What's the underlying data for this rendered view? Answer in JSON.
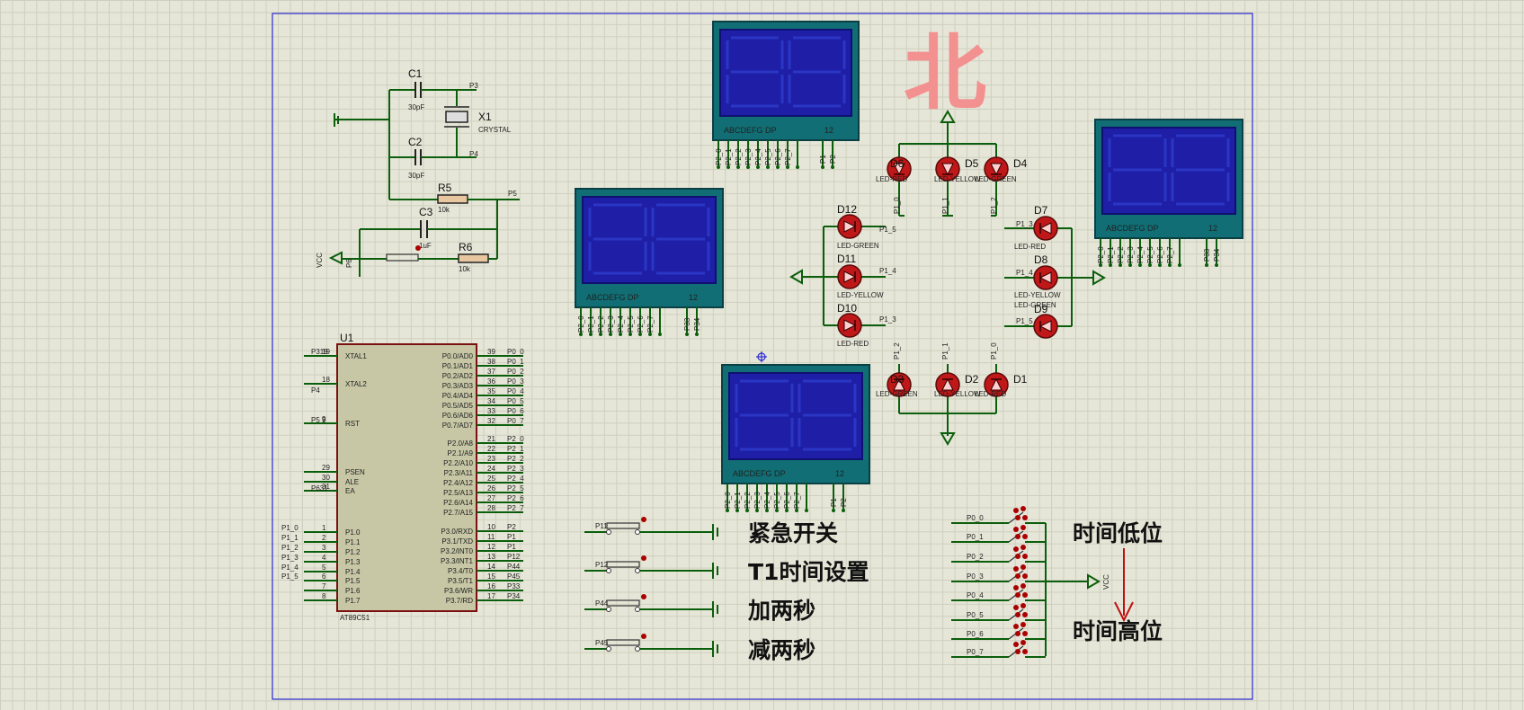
{
  "north_label": "北",
  "components": {
    "c1": {
      "ref": "C1",
      "value": "30pF"
    },
    "c2": {
      "ref": "C2",
      "value": "30pF"
    },
    "c3": {
      "ref": "C3",
      "value": "1uF"
    },
    "x1": {
      "ref": "X1",
      "value": "CRYSTAL"
    },
    "r5": {
      "ref": "R5",
      "value": "10k"
    },
    "r6": {
      "ref": "R6",
      "value": "10k"
    },
    "u1": {
      "ref": "U1",
      "part": "AT89C51"
    }
  },
  "net_labels": {
    "p3": "P3",
    "p4": "P4",
    "p5": "P5",
    "p6": "P6",
    "vcc": "VCC",
    "p319": "P319",
    "p4b": "P4",
    "p59": "P5 9",
    "p631": "P631"
  },
  "mcu_left_pins": [
    {
      "name": "XTAL1",
      "num": "19"
    },
    {
      "name": "XTAL2",
      "num": "18"
    },
    {
      "name": "RST",
      "num": "9"
    },
    {
      "name": "PSEN",
      "num": "29"
    },
    {
      "name": "ALE",
      "num": "30"
    },
    {
      "name": "EA",
      "num": "31"
    },
    {
      "name": "P1.0",
      "num": "1"
    },
    {
      "name": "P1.1",
      "num": "2"
    },
    {
      "name": "P1.2",
      "num": "3"
    },
    {
      "name": "P1.3",
      "num": "4"
    },
    {
      "name": "P1.4",
      "num": "5"
    },
    {
      "name": "P1.5",
      "num": "6"
    },
    {
      "name": "P1.6",
      "num": "7"
    },
    {
      "name": "P1.7",
      "num": "8"
    }
  ],
  "mcu_left_nets": [
    "P1_0",
    "P1_1",
    "P1_2",
    "P1_3",
    "P1_4",
    "P1_5"
  ],
  "mcu_right_pins": [
    {
      "name": "P0.0/AD0",
      "num": "39",
      "net": "P0_0"
    },
    {
      "name": "P0.1/AD1",
      "num": "38",
      "net": "P0_1"
    },
    {
      "name": "P0.2/AD2",
      "num": "37",
      "net": "P0_2"
    },
    {
      "name": "P0.3/AD3",
      "num": "36",
      "net": "P0_3"
    },
    {
      "name": "P0.4/AD4",
      "num": "35",
      "net": "P0_4"
    },
    {
      "name": "P0.5/AD5",
      "num": "34",
      "net": "P0_5"
    },
    {
      "name": "P0.6/AD6",
      "num": "33",
      "net": "P0_6"
    },
    {
      "name": "P0.7/AD7",
      "num": "32",
      "net": "P0_7"
    },
    {
      "name": "P2.0/A8",
      "num": "21",
      "net": "P2_0"
    },
    {
      "name": "P2.1/A9",
      "num": "22",
      "net": "P2_1"
    },
    {
      "name": "P2.2/A10",
      "num": "23",
      "net": "P2_2"
    },
    {
      "name": "P2.3/A11",
      "num": "24",
      "net": "P2_3"
    },
    {
      "name": "P2.4/A12",
      "num": "25",
      "net": "P2_4"
    },
    {
      "name": "P2.5/A13",
      "num": "26",
      "net": "P2_5"
    },
    {
      "name": "P2.6/A14",
      "num": "27",
      "net": "P2_6"
    },
    {
      "name": "P2.7/A15",
      "num": "28",
      "net": "P2_7"
    },
    {
      "name": "P3.0/RXD",
      "num": "10",
      "net": "P2"
    },
    {
      "name": "P3.1/TXD",
      "num": "11",
      "net": "P1"
    },
    {
      "name": "P3.2/INT0",
      "num": "12",
      "net": "P1"
    },
    {
      "name": "P3.3/INT1",
      "num": "13",
      "net": "P12"
    },
    {
      "name": "P3.4/T0",
      "num": "14",
      "net": "P44"
    },
    {
      "name": "P3.5/T1",
      "num": "15",
      "net": "P45"
    },
    {
      "name": "P3.6/WR",
      "num": "16",
      "net": "P33"
    },
    {
      "name": "P3.7/RD",
      "num": "17",
      "net": "P34"
    }
  ],
  "display": {
    "seg_label": "ABCDEFG DP",
    "digit_label": "12",
    "pins": [
      "P2_0",
      "P2_1",
      "P2_2",
      "P2_3",
      "P2_4",
      "P2_5",
      "P2_6",
      "P2_7"
    ],
    "top_com": [
      "P1",
      "P2"
    ],
    "side_com": [
      "P33",
      "P34"
    ]
  },
  "leds": {
    "d1": {
      "ref": "D1",
      "type": "LED-RED"
    },
    "d2": {
      "ref": "D2",
      "type": "LED-YELLOW"
    },
    "d3": {
      "ref": "D3",
      "type": "LED-GREEN"
    },
    "d4": {
      "ref": "D4",
      "type": "LED-GREEN"
    },
    "d5": {
      "ref": "D5",
      "type": "LED-YELLOW"
    },
    "d6": {
      "ref": "D6",
      "type": "LED-RED"
    },
    "d7": {
      "ref": "D7",
      "type": "LED-RED"
    },
    "d8": {
      "ref": "D8",
      "type": "LED-YELLOW"
    },
    "d9": {
      "ref": "D9",
      "type": "LED-GREEN"
    },
    "d10": {
      "ref": "D10",
      "type": "LED-RED"
    },
    "d11": {
      "ref": "D11",
      "type": "LED-YELLOW"
    },
    "d12": {
      "ref": "D12",
      "type": "LED-GREEN"
    }
  },
  "led_nets": {
    "p10": "P1_0",
    "p11": "P1_1",
    "p12": "P1_2",
    "p13": "P1_3",
    "p14": "P1_4",
    "p15": "P1_5"
  },
  "buttons": [
    {
      "net": "P11",
      "label": "紧急开关"
    },
    {
      "net": "P12",
      "label": "T1时间设置"
    },
    {
      "net": "P44",
      "label": "加两秒"
    },
    {
      "net": "P45",
      "label": "减两秒"
    }
  ],
  "dip_nets": [
    "P0_0",
    "P0_1",
    "P0_2",
    "P0_3",
    "P0_4",
    "P0_5",
    "P0_6",
    "P0_7"
  ],
  "dip_vcc": "VCC",
  "time_low": "时间低位",
  "time_high": "时间高位"
}
